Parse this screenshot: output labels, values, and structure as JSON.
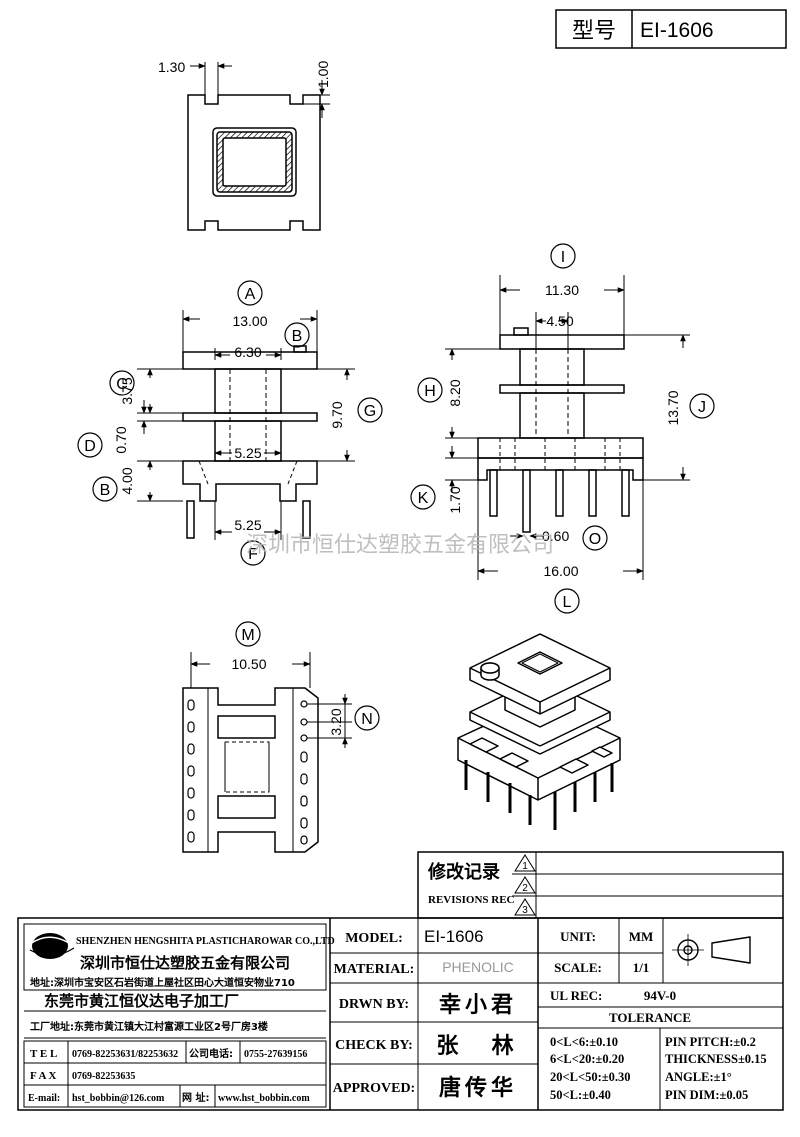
{
  "model_header": {
    "label": "型号",
    "value": "EI-1606"
  },
  "watermark": "深圳市恒仕达塑胶五金有限公司",
  "dimensions": {
    "top_view": {
      "d1": "1.30",
      "d2": "1.00"
    },
    "front_view": {
      "A": "13.00",
      "inner": "6.30",
      "C": "3.75",
      "D": "0.70",
      "B": "4.00",
      "G": "9.70",
      "mid": "5.25",
      "F": "5.25"
    },
    "side_view": {
      "I": "11.30",
      "inner": "4.50",
      "H": "8.20",
      "J": "13.70",
      "K": "1.70",
      "O": "0.60",
      "L": "16.00"
    },
    "bottom_view": {
      "M": "10.50",
      "N": "3.20"
    }
  },
  "dim_letters": {
    "A": "A",
    "B": "B",
    "C": "C",
    "D": "D",
    "F": "F",
    "G": "G",
    "H": "H",
    "I": "I",
    "J": "J",
    "K": "K",
    "L": "L",
    "M": "M",
    "N": "N",
    "O": "O"
  },
  "revisions": {
    "title_cn": "修改记录",
    "title_en": "REVISIONS REC",
    "marks": [
      "1",
      "2",
      "3"
    ]
  },
  "company": {
    "name_en": "SHENZHEN HENGSHITA PLASTICHAROWAR CO.,LTD",
    "name_cn": "深圳市恒仕达塑胶五金有限公司",
    "address_cn": "地址:深圳市宝安区石岩街道上屋社区田心大道恒安物业710",
    "factory_cn": "东莞市黄江恒仪达电子加工厂",
    "factory_address": "工厂地址:东莞市黄江镇大江村富源工业区2号厂房3楼",
    "tel_label": "T E L",
    "tel": "0769-82253631/82253632",
    "company_phone_label": "公司电话:",
    "company_phone": "0755-27639156",
    "fax_label": "F A X",
    "fax": "0769-82253635",
    "email_label": "E-mail:",
    "email": "hst_bobbin@126.com",
    "web_label": "网 址:",
    "web": "www.hst_bobbin.com"
  },
  "title_block": {
    "model_label": "MODEL:",
    "model": "EI-1606",
    "material_label": "MATERIAL:",
    "material": "PHENOLIC",
    "drawn_label": "DRWN BY:",
    "drawn": "幸小君",
    "check_label": "CHECK BY:",
    "check": "张  林",
    "approved_label": "APPROVED:",
    "approved": "唐传华",
    "unit_label": "UNIT:",
    "unit": "MM",
    "scale_label": "SCALE:",
    "scale": "1/1",
    "ul_label": "UL REC:",
    "ul": "94V-0",
    "tolerance_label": "TOLERANCE",
    "tol": [
      "0<L<6:±0.10",
      "6<L<20:±0.20",
      "20<L<50:±0.30",
      "50<L:±0.40"
    ],
    "pin": [
      "PIN PITCH:±0.2",
      "THICKNESS±0.15",
      "ANGLE:±1°",
      "PIN DIM:±0.05"
    ]
  },
  "colors": {
    "line": "#000000",
    "watermark": "#b4b4b4"
  }
}
